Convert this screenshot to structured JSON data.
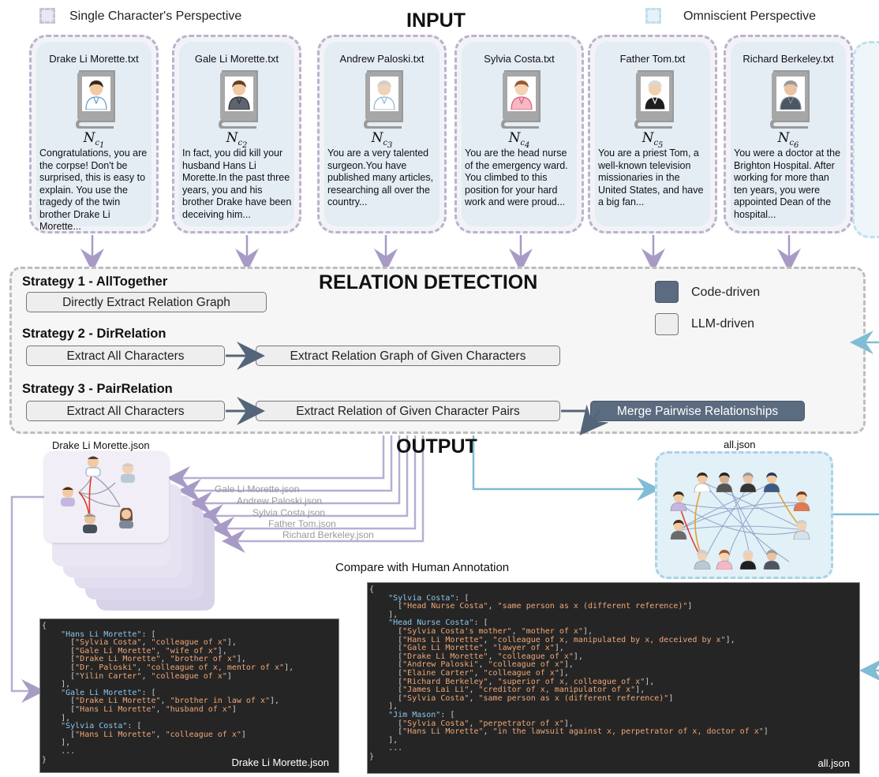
{
  "legend": {
    "single": "Single Character's Perspective",
    "omni": "Omniscient Perspective",
    "single_color": "#c9c3dc",
    "omni_color": "#bfe0ee"
  },
  "headings": {
    "input": "INPUT",
    "relation": "RELATION DETECTION",
    "output": "OUTPUT"
  },
  "cards": [
    {
      "file": "Drake Li Morette.txt",
      "n": "N",
      "sub": "c",
      "idx": "1",
      "text": "Congratulations, you are the corpse! Don't be surprised, this is easy to explain. You use the tragedy of the twin brother Drake Li Morette...",
      "avatar": "doctor-male-icon"
    },
    {
      "file": "Gale Li Morette.txt",
      "n": "N",
      "sub": "c",
      "idx": "2",
      "text": "In fact, you did kill your husband Hans Li Morette.In the past three years, you and his brother Drake have been deceiving him...",
      "avatar": "woman-headset-icon"
    },
    {
      "file": "Andrew Paloski.txt",
      "n": "N",
      "sub": "c",
      "idx": "3",
      "text": "You are a very talented surgeon.You have published many articles, researching all over the country...",
      "avatar": "old-doctor-icon"
    },
    {
      "file": "Sylvia Costa.txt",
      "n": "N",
      "sub": "c",
      "idx": "4",
      "text": "You are the head nurse of the emergency ward. You climbed to this position for your hard work and were proud...",
      "avatar": "nurse-icon"
    },
    {
      "file": "Father Tom.txt",
      "n": "N",
      "sub": "c",
      "idx": "5",
      "text": "You are a priest Tom, a well-known television missionaries in the United States, and have a big fan...",
      "avatar": "priest-icon"
    },
    {
      "file": "Richard Berkeley.txt",
      "n": "N",
      "sub": "c",
      "idx": "6",
      "text": "You were a doctor at the Brighton Hospital. After working for more than ten years, you were appointed Dean of the hospital...",
      "avatar": "old-man-glasses-icon"
    }
  ],
  "strategies": {
    "s1": {
      "title": "Strategy 1 - AllTogether",
      "box1": "Directly Extract Relation Graph"
    },
    "s2": {
      "title": "Strategy 2 - DirRelation",
      "box1": "Extract All Characters",
      "box2": "Extract Relation Graph of Given Characters"
    },
    "s3": {
      "title": "Strategy 3 - PairRelation",
      "box1": "Extract All Characters",
      "box2": "Extract Relation of Given Character Pairs",
      "box3": "Merge Pairwise Relationships"
    }
  },
  "driver_legend": {
    "code": "Code-driven",
    "llm": "LLM-driven",
    "code_color": "#5b6b80",
    "llm_color": "#eeeeee"
  },
  "output": {
    "drake_json": "Drake Li Morette.json",
    "all_json": "all.json",
    "stack_labels": [
      "Gale Li Morette.json",
      "Andrew Paloski.json",
      "Sylvia Costa.json",
      "Father Tom.json",
      "Richard Berkeley.json"
    ],
    "compare": "Compare with Human Annotation"
  },
  "code_left": {
    "label": "Drake Li Morette.json",
    "lines": [
      [
        [
          "p",
          "{"
        ]
      ],
      [
        [
          "p",
          "    "
        ],
        [
          "k",
          "\"Hans Li Morette\""
        ],
        [
          "p",
          ": ["
        ]
      ],
      [
        [
          "p",
          "      ["
        ],
        [
          "s",
          "\"Sylvia Costa\""
        ],
        [
          "p",
          ", "
        ],
        [
          "s",
          "\"colleague of x\""
        ],
        [
          "p",
          "],"
        ]
      ],
      [
        [
          "p",
          "      ["
        ],
        [
          "s",
          "\"Gale Li Morette\""
        ],
        [
          "p",
          ", "
        ],
        [
          "s",
          "\"wife of x\""
        ],
        [
          "p",
          "],"
        ]
      ],
      [
        [
          "p",
          "      ["
        ],
        [
          "s",
          "\"Drake Li Morette\""
        ],
        [
          "p",
          ", "
        ],
        [
          "s",
          "\"brother of x\""
        ],
        [
          "p",
          "],"
        ]
      ],
      [
        [
          "p",
          "      ["
        ],
        [
          "s",
          "\"Dr. Paloski\""
        ],
        [
          "p",
          ", "
        ],
        [
          "s",
          "\"colleague of x, mentor of x\""
        ],
        [
          "p",
          "],"
        ]
      ],
      [
        [
          "p",
          "      ["
        ],
        [
          "s",
          "\"Yilin Carter\""
        ],
        [
          "p",
          ", "
        ],
        [
          "s",
          "\"colleague of x\""
        ],
        [
          "p",
          "]"
        ]
      ],
      [
        [
          "p",
          "    ],"
        ]
      ],
      [
        [
          "p",
          "    "
        ],
        [
          "k",
          "\"Gale Li Morette\""
        ],
        [
          "p",
          ": ["
        ]
      ],
      [
        [
          "p",
          "      ["
        ],
        [
          "s",
          "\"Drake Li Morette\""
        ],
        [
          "p",
          ", "
        ],
        [
          "s",
          "\"brother in law of x\""
        ],
        [
          "p",
          "],"
        ]
      ],
      [
        [
          "p",
          "      ["
        ],
        [
          "s",
          "\"Hans Li Morette\""
        ],
        [
          "p",
          ", "
        ],
        [
          "s",
          "\"husband of x\""
        ],
        [
          "p",
          "]"
        ]
      ],
      [
        [
          "p",
          "    ],"
        ]
      ],
      [
        [
          "p",
          "    "
        ],
        [
          "k",
          "\"Sylvia Costa\""
        ],
        [
          "p",
          ": ["
        ]
      ],
      [
        [
          "p",
          "      ["
        ],
        [
          "s",
          "\"Hans Li Morette\""
        ],
        [
          "p",
          ", "
        ],
        [
          "s",
          "\"colleague of x\""
        ],
        [
          "p",
          "]"
        ]
      ],
      [
        [
          "p",
          "    ],"
        ]
      ],
      [
        [
          "p",
          "    ..."
        ]
      ],
      [
        [
          "p",
          "}"
        ]
      ]
    ]
  },
  "code_right": {
    "label": "all.json",
    "lines": [
      [
        [
          "p",
          "{"
        ]
      ],
      [
        [
          "p",
          "    "
        ],
        [
          "k",
          "\"Sylvia Costa\""
        ],
        [
          "p",
          ": ["
        ]
      ],
      [
        [
          "p",
          "      ["
        ],
        [
          "s",
          "\"Head Nurse Costa\""
        ],
        [
          "p",
          ", "
        ],
        [
          "s",
          "\"same person as x (different reference)\""
        ],
        [
          "p",
          "]"
        ]
      ],
      [
        [
          "p",
          "    ],"
        ]
      ],
      [
        [
          "p",
          "    "
        ],
        [
          "k",
          "\"Head Nurse Costa\""
        ],
        [
          "p",
          ": ["
        ]
      ],
      [
        [
          "p",
          "      ["
        ],
        [
          "s",
          "\"Sylvia Costa's mother\""
        ],
        [
          "p",
          ", "
        ],
        [
          "s",
          "\"mother of x\""
        ],
        [
          "p",
          "],"
        ]
      ],
      [
        [
          "p",
          "      ["
        ],
        [
          "s",
          "\"Hans Li Morette\""
        ],
        [
          "p",
          ", "
        ],
        [
          "s",
          "\"colleague of x, manipulated by x, deceived by x\""
        ],
        [
          "p",
          "],"
        ]
      ],
      [
        [
          "p",
          "      ["
        ],
        [
          "s",
          "\"Gale Li Morette\""
        ],
        [
          "p",
          ", "
        ],
        [
          "s",
          "\"lawyer of x\""
        ],
        [
          "p",
          "],"
        ]
      ],
      [
        [
          "p",
          "      ["
        ],
        [
          "s",
          "\"Drake Li Morette\""
        ],
        [
          "p",
          ", "
        ],
        [
          "s",
          "\"colleague of x\""
        ],
        [
          "p",
          "],"
        ]
      ],
      [
        [
          "p",
          "      ["
        ],
        [
          "s",
          "\"Andrew Paloski\""
        ],
        [
          "p",
          ", "
        ],
        [
          "s",
          "\"colleague of x\""
        ],
        [
          "p",
          "],"
        ]
      ],
      [
        [
          "p",
          "      ["
        ],
        [
          "s",
          "\"Elaine Carter\""
        ],
        [
          "p",
          ", "
        ],
        [
          "s",
          "\"colleague of x\""
        ],
        [
          "p",
          "],"
        ]
      ],
      [
        [
          "p",
          "      ["
        ],
        [
          "s",
          "\"Richard Berkeley\""
        ],
        [
          "p",
          ", "
        ],
        [
          "s",
          "\"superior of x, colleague of x\""
        ],
        [
          "p",
          "],"
        ]
      ],
      [
        [
          "p",
          "      ["
        ],
        [
          "s",
          "\"James Lai Li\""
        ],
        [
          "p",
          ", "
        ],
        [
          "s",
          "\"creditor of x, manipulator of x\""
        ],
        [
          "p",
          "],"
        ]
      ],
      [
        [
          "p",
          "      ["
        ],
        [
          "s",
          "\"Sylvia Costa\""
        ],
        [
          "p",
          ", "
        ],
        [
          "s",
          "\"same person as x (different reference)\""
        ],
        [
          "p",
          "]"
        ]
      ],
      [
        [
          "p",
          "    ],"
        ]
      ],
      [
        [
          "p",
          "    "
        ],
        [
          "k",
          "\"Jim Mason\""
        ],
        [
          "p",
          ": ["
        ]
      ],
      [
        [
          "p",
          "      ["
        ],
        [
          "s",
          "\"Sylvia Costa\""
        ],
        [
          "p",
          ", "
        ],
        [
          "s",
          "\"perpetrator of x\""
        ],
        [
          "p",
          "],"
        ]
      ],
      [
        [
          "p",
          "      ["
        ],
        [
          "s",
          "\"Hans Li Morette\""
        ],
        [
          "p",
          ", "
        ],
        [
          "s",
          "\"in the lawsuit against x, perpetrator of x, doctor of x\""
        ],
        [
          "p",
          "]"
        ]
      ],
      [
        [
          "p",
          "    ],"
        ]
      ],
      [
        [
          "p",
          "    ..."
        ]
      ],
      [
        [
          "p",
          "}"
        ]
      ]
    ]
  }
}
